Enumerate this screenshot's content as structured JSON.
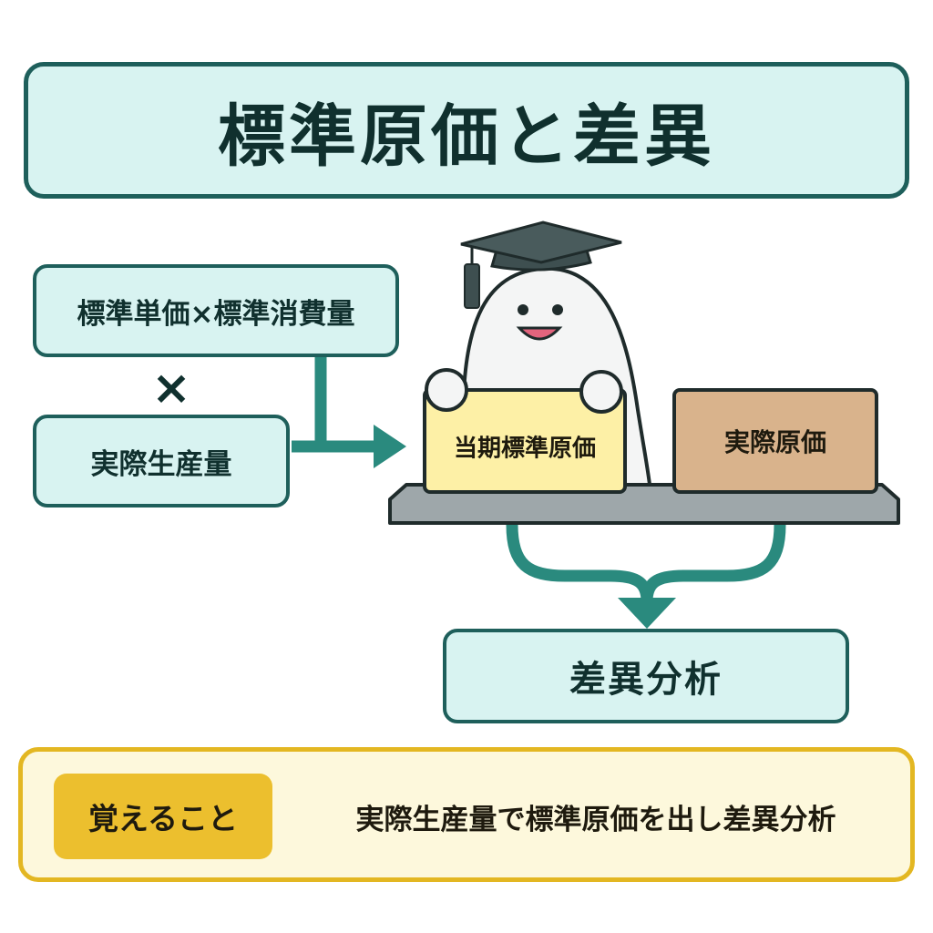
{
  "title": "標準原価と差異",
  "formula": {
    "top": "標準単価×標準消費量",
    "times_symbol": "×",
    "bottom": "実際生産量"
  },
  "scale": {
    "left_card": "当期標準原価",
    "right_card": "実際原価"
  },
  "analysis": "差異分析",
  "memo": {
    "badge": "覚えること",
    "text": "実際生産量で標準原価を出し差異分析"
  },
  "colors": {
    "teal_border": "#1e5f5b",
    "teal_fill": "#d8f3f1",
    "arrow": "#2a8a7e",
    "standard_card": "#fdf0a6",
    "actual_card": "#d9b38c",
    "memo_border": "#e3b722",
    "memo_fill": "#fdf8dc"
  }
}
